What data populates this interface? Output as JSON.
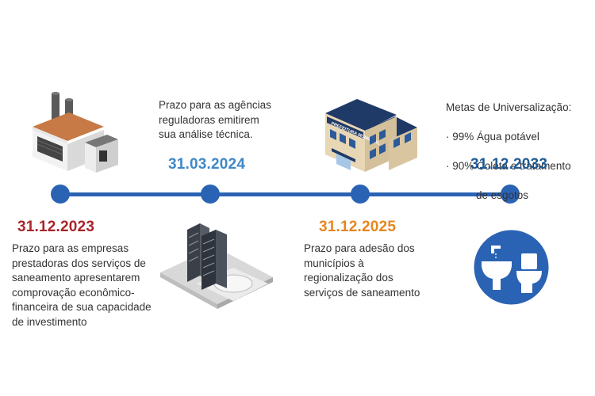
{
  "colors": {
    "timeline": "#2b63b4",
    "red": "#a8242a",
    "blue": "#3f88c8",
    "orange": "#e7861f",
    "navy": "#1f5a93"
  },
  "milestones": [
    {
      "date": "31.12.2023",
      "text": "Prazo para as empresas\nprestadoras dos serviços de\nsaneamento apresentarem\ncomprovação econômico-\nfinanceira de sua capacidade\nde investimento",
      "icon": "factory-icon"
    },
    {
      "date": "31.03.2024",
      "text": "Prazo para as agências\nreguladoras emitirem\nsua análise técnica.",
      "icon": "office-building-icon"
    },
    {
      "date": "31.12.2025",
      "text": "Prazo para adesão dos\nmunicípios à\nregionalização dos\nserviços de saneamento",
      "icon": "city-hall-icon",
      "building_label": "PREFEITURA MUNICIPAL"
    },
    {
      "date": "31.12.2033",
      "title": "Metas de Universalização:",
      "lines": [
        "· 99% Água potável",
        "· 90% Coleta e tratamento",
        "de esgotos"
      ],
      "icon": "sanitation-icon"
    }
  ]
}
